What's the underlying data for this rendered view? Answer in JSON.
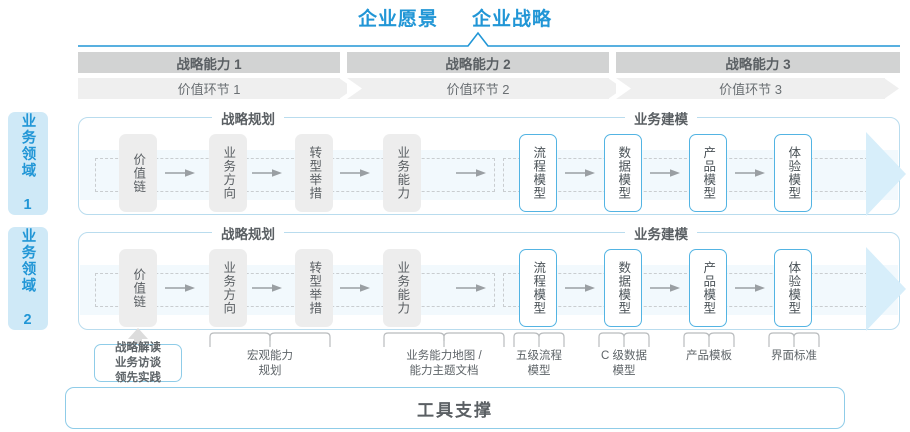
{
  "header": {
    "titles": [
      "企业愿景",
      "企业战略"
    ],
    "accent_color": "#2196d6"
  },
  "capability_bands": [
    {
      "label": "战略能力 1"
    },
    {
      "label": "战略能力 2"
    },
    {
      "label": "战略能力 3"
    }
  ],
  "value_bands": [
    {
      "label": "价值环节 1"
    },
    {
      "label": "价值环节 2"
    },
    {
      "label": "价值环节 3"
    }
  ],
  "domains": [
    {
      "label": "业务领域 1"
    },
    {
      "label": "业务领域 2"
    }
  ],
  "sections": [
    {
      "label": "战略规划"
    },
    {
      "label": "业务建模"
    }
  ],
  "steps": [
    {
      "label": "价值链",
      "style": "gray"
    },
    {
      "label": "业务方向",
      "style": "gray"
    },
    {
      "label": "转型举措",
      "style": "gray"
    },
    {
      "label": "业务能力",
      "style": "gray"
    },
    {
      "label": "流程模型",
      "style": "blue"
    },
    {
      "label": "数据模型",
      "style": "blue"
    },
    {
      "label": "产品模型",
      "style": "blue"
    },
    {
      "label": "体验模型",
      "style": "blue"
    }
  ],
  "tool_box": {
    "lines": [
      "战略解读",
      "业务访谈",
      "领先实践"
    ],
    "text": "战略解读\n业务访谈\n领先实践"
  },
  "bottom_labels": [
    {
      "text": "宏观能力\n规划"
    },
    {
      "text": "业务能力地图 /\n能力主题文档"
    },
    {
      "text": "五级流程\n模型"
    },
    {
      "text": "C 级数据\n模型"
    },
    {
      "text": "产品模板"
    },
    {
      "text": "界面标准"
    }
  ],
  "support": {
    "label": "工具支撑"
  },
  "colors": {
    "accent_blue": "#2196d6",
    "band_dark": "#d2d3d3",
    "band_light": "#efefef",
    "box_blue_border": "#53b4e3",
    "box_gray": "#ededed",
    "arrow_fill": "#d7eefa",
    "domain_bg": "#cfe9f7"
  }
}
